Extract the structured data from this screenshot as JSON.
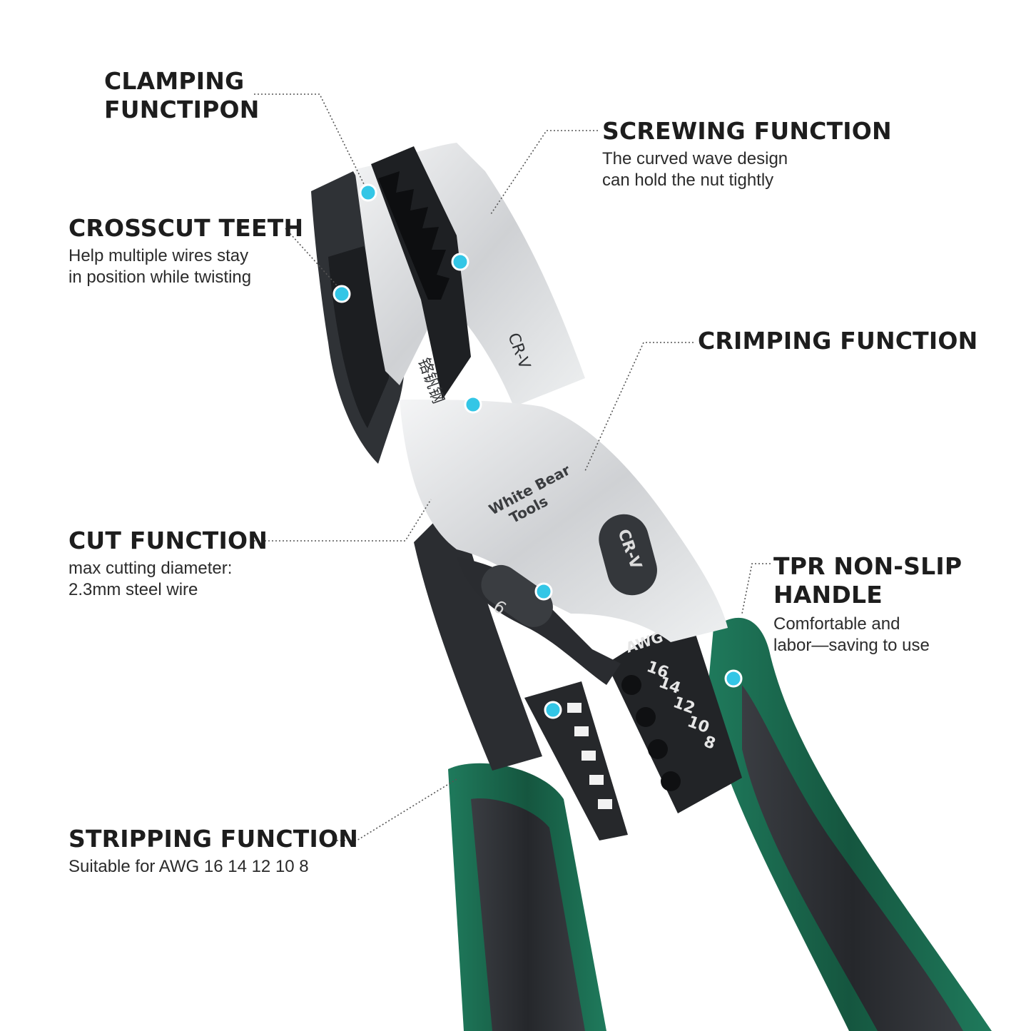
{
  "callouts": {
    "clamping": {
      "title": "CLAMPING\nFUNCTIPON",
      "desc": ""
    },
    "crosscut": {
      "title": "CROSSCUT TEETH",
      "desc": "Help multiple wires stay\nin position while twisting"
    },
    "cut": {
      "title": "CUT FUNCTION",
      "desc": "max cutting diameter:\n2.3mm steel wire"
    },
    "stripping": {
      "title": "STRIPPING FUNCTION",
      "desc": "Suitable for AWG 16 14 12 10  8"
    },
    "screwing": {
      "title": "SCREWING FUNCTION",
      "desc": "The curved wave design\ncan hold the nut tightly"
    },
    "crimping": {
      "title": "CRIMPING FUNCTION",
      "desc": ""
    },
    "tpr": {
      "title": "TPR NON-SLIP\nHANDLE",
      "desc": "Comfortable and\nlabor—saving to use"
    }
  },
  "tool_markings": {
    "brand": "White Bear\nTools",
    "crv_upper": "CR-V",
    "crv_badge": "CR-V",
    "chinese": "铬钒钢",
    "awg_label": "AWG",
    "awg_sizes": [
      "16",
      "14",
      "12",
      "10",
      "8"
    ],
    "badge_number": "9"
  },
  "colors": {
    "accent_dot": "#33c6e6",
    "handle_green": "#1b6b52",
    "handle_dark": "#2c2f33",
    "steel": "#d9dadc",
    "text": "#1d1d1d"
  }
}
